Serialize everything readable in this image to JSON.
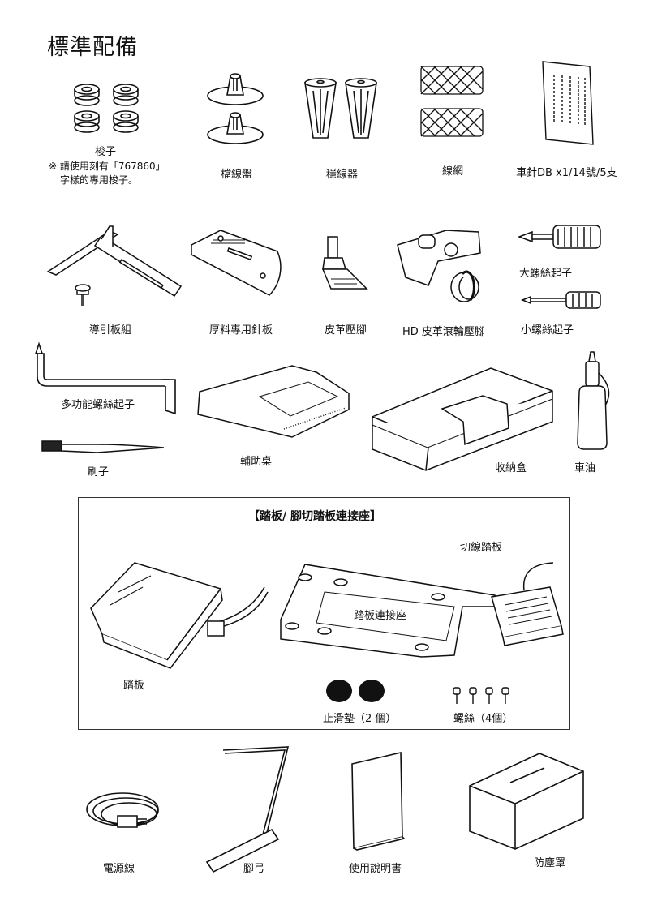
{
  "page_title": "標準配備",
  "items": {
    "bobbin": {
      "label": "梭子"
    },
    "bobbin_note": {
      "line1": "※ 請使用刻有「767860」",
      "line2": "字樣的專用梭子。"
    },
    "spool_cap": {
      "label": "檔線盤"
    },
    "spool_holder": {
      "label": "穩線器"
    },
    "spool_net": {
      "label": "線網"
    },
    "needles": {
      "label": "車針DB x1/14號/5支"
    },
    "guide_plate": {
      "label": "導引板組"
    },
    "needle_plate": {
      "label": "厚料專用針板"
    },
    "leather_foot": {
      "label": "皮革壓腳"
    },
    "roller_foot": {
      "label": "HD 皮革滾輪壓腳"
    },
    "big_screwdriver": {
      "label": "大螺絲起子"
    },
    "small_screwdriver": {
      "label": "小螺絲起子"
    },
    "multi_screwdriver": {
      "label": "多功能螺絲起子"
    },
    "extension_table": {
      "label": "輔助桌"
    },
    "storage_box": {
      "label": "收納盒"
    },
    "oil": {
      "label": "車油"
    },
    "brush": {
      "label": "刷子"
    },
    "pedal_box": {
      "title": "【踏板/ 腳切踏板連接座】",
      "thread_cut_pedal": "切線踏板",
      "pedal_base": "踏板連接座",
      "pedal": "踏板",
      "rubber_pads": "止滑墊（2 個）",
      "screws": "螺絲（4個）"
    },
    "power_cord": {
      "label": "電源線"
    },
    "knee_lifter": {
      "label": "腳弓"
    },
    "manual": {
      "label": "使用說明書"
    },
    "dust_cover": {
      "label": "防塵罩"
    }
  }
}
